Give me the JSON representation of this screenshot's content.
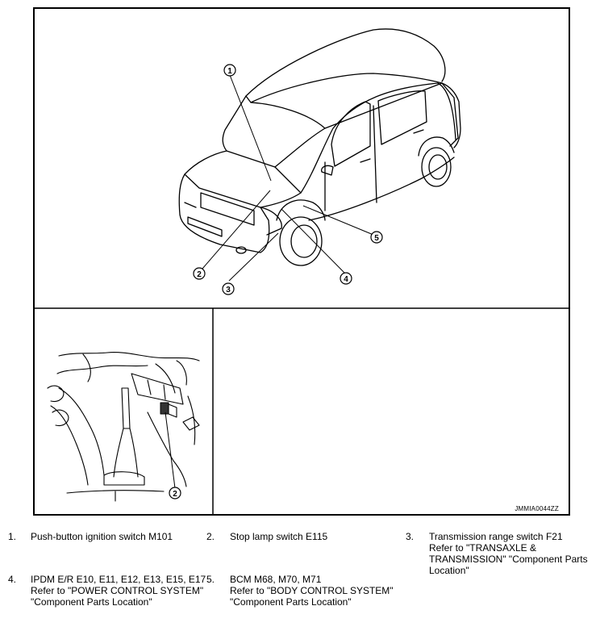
{
  "callouts": {
    "c1": "1",
    "c2": "2",
    "c3": "3",
    "c4": "4",
    "c5": "5",
    "c2_detail": "2"
  },
  "figure_id": "JMMIA0044ZZ",
  "legend": [
    {
      "num": "1.",
      "name": "Push-button ignition switch M101",
      "ref": ""
    },
    {
      "num": "2.",
      "name": "Stop lamp switch E115",
      "ref": ""
    },
    {
      "num": "3.",
      "name": "Transmission range switch F21",
      "ref": "Refer to \"TRANSAXLE & TRANSMISSION\" \"Component Parts Location\""
    },
    {
      "num": "4.",
      "name": "IPDM E/R E10, E11, E12, E13, E15, E17",
      "ref": "Refer to \"POWER CONTROL SYSTEM\" \"Component Parts Location\""
    },
    {
      "num": "5.",
      "name": "BCM M68, M70, M71",
      "ref": "Refer to \"BODY CONTROL SYSTEM\" \"Component Parts Location\""
    }
  ]
}
